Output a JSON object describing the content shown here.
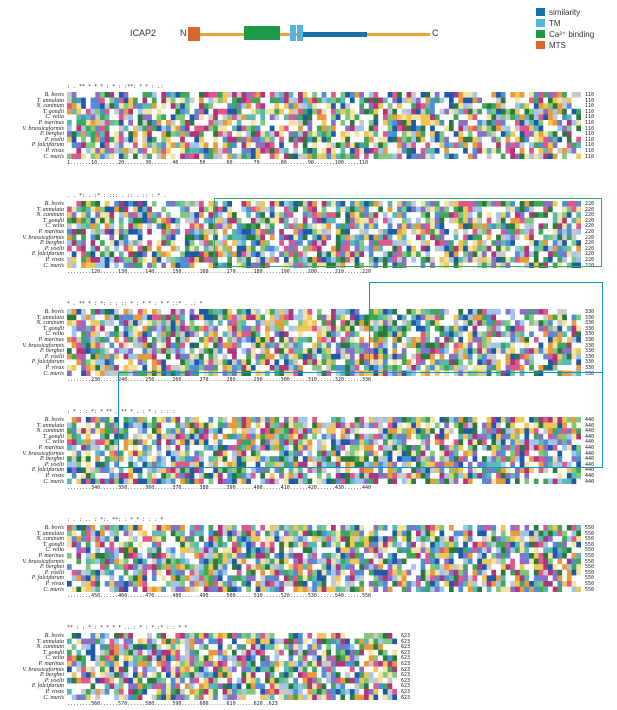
{
  "header": {
    "protein": "ICAP2",
    "n_term": "N",
    "c_term": "C"
  },
  "legend": [
    {
      "label": "similarity",
      "color": "#1a6fa8"
    },
    {
      "label": "TM",
      "color": "#56b4e0"
    },
    {
      "label": "Ca²⁺ binding",
      "color": "#1f9a48"
    },
    {
      "label": "MTS",
      "color": "#d9662a"
    }
  ],
  "species": [
    "B. bovis",
    "T. annulata",
    "N. caninum",
    "T. gondii",
    "C. velia",
    "P. marinus",
    "V. brassicaformis",
    "P. berghei",
    "P. yoelii",
    "P. falciparum",
    "P. vivax",
    "C. muris"
  ],
  "blocks": [
    {
      "end": "110",
      "ruler": "1.......10.......20.......30.......40.......50.......60.......70.......80.......90.......100.....110"
    },
    {
      "end": "220",
      "ruler": "........120......130......140......150......160......170......180......190......200......210......220"
    },
    {
      "end": "330",
      "ruler": "........230......240......250......260......270......280......290......300......310......320......330"
    },
    {
      "end": "440",
      "ruler": "........340......350......360......370......380......390......400......410......420......430......440"
    },
    {
      "end": "550",
      "ruler": "........450......460......470......480......490......500......510......520......530......540......550"
    },
    {
      "end": "623",
      "ruler": "........560......570......580......590......600......610......620..623"
    }
  ],
  "colors": {
    "palette": [
      "#2a7a3e",
      "#3fa65a",
      "#7fc97f",
      "#1e5aa8",
      "#4f8fd6",
      "#9ec5ee",
      "#b0357a",
      "#e0578d",
      "#e89a3c",
      "#f0c654",
      "#5cb8b2",
      "#8a6fc6",
      "#c9c9c9",
      "#f2e3a0"
    ],
    "highlight_green": "#3fa65a",
    "highlight_blue": "#1a8fc4",
    "bar_orange": "#e8a33a"
  }
}
